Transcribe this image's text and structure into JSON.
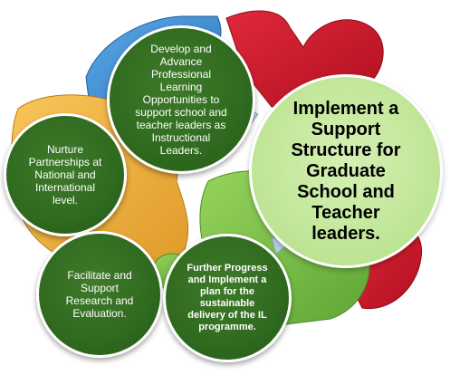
{
  "diagram": {
    "colors": {
      "puzzle_red": "#d11b2e",
      "puzzle_blue": "#3b8fd6",
      "puzzle_orange": "#f3b43d",
      "puzzle_green": "#7fc34a",
      "circle_dark_green": "#2f6a1f",
      "circle_light_green": "#c3e79b",
      "arrow": "#b8cde6"
    },
    "central": {
      "label": "Implement a\nSupport\nStructure for\nGraduate\nSchool and\nTeacher\nleaders."
    },
    "nodes": {
      "develop": "Develop and\nAdvance\nProfessional\nLearning\nOpportunities to\nsupport school and\nteacher leaders as\nInstructional\nLeaders.",
      "nurture": "Nurture\nPartnerships at\nNational and\nInternational\nlevel.",
      "facilitate": "Facilitate and\nSupport\nResearch and\nEvaluation.",
      "further": "Further Progress\nand Implement a\nplan for the\nsustainable\ndelivery of the IL\nprogramme."
    }
  }
}
